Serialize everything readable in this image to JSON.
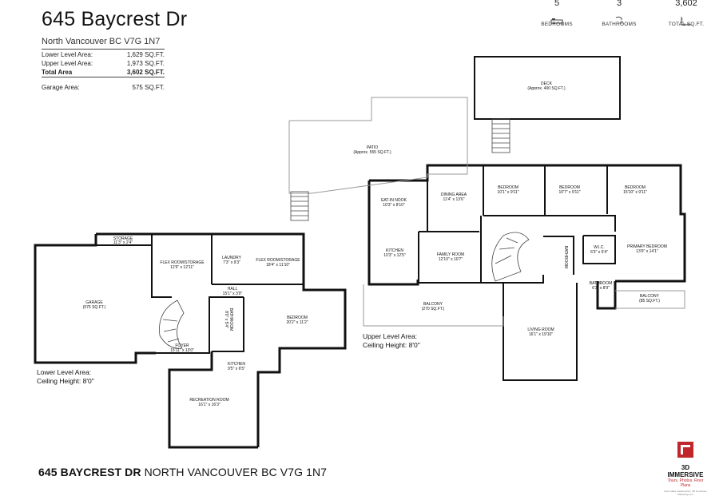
{
  "header": {
    "title": "645 Baycrest Dr",
    "address": "North Vancouver BC V7G 1N7"
  },
  "areas": [
    {
      "label": "Lower Level Area:",
      "value": "1,629 SQ.FT."
    },
    {
      "label": "Upper Level Area:",
      "value": "1,973 SQ.FT."
    },
    {
      "label": "Total Area",
      "value": "3,602 SQ.FT."
    },
    {
      "label": "Garage Area:",
      "value": "575 SQ.FT."
    }
  ],
  "stats": [
    {
      "value": "5",
      "label": "BEDROOMS",
      "icon": "bed-icon"
    },
    {
      "value": "3",
      "label": "BATHROOMS",
      "icon": "shower-icon"
    },
    {
      "value": "3,602",
      "label": "TOTAL SQ.FT.",
      "icon": "area-icon"
    }
  ],
  "rooms": {
    "deck": {
      "name": "DECK",
      "size": "(Approx. 400 SQ.FT.)"
    },
    "patio": {
      "name": "PATIO",
      "size": "(Approx. 555 SQ.FT.)"
    },
    "eat_in_nook": {
      "name": "EAT-IN NOOK",
      "size": "10'3\" x 8'10\""
    },
    "dining_area": {
      "name": "DINING AREA",
      "size": "11'4\" x 13'6\""
    },
    "bedroom_u1": {
      "name": "BEDROOM",
      "size": "10'1\" x 9'11\""
    },
    "bedroom_u2": {
      "name": "BEDROOM",
      "size": "10'7\" x 9'11\""
    },
    "bedroom_u3": {
      "name": "BEDROOM",
      "size": "15'10\" x 9'11\""
    },
    "kitchen_u": {
      "name": "KITCHEN",
      "size": "10'3\" x 12'5\""
    },
    "family_room": {
      "name": "FAMILY ROOM",
      "size": "12'10\" x 10'7\""
    },
    "bathroom_u1": {
      "name": "BATHROOM",
      "size": ""
    },
    "wic": {
      "name": "W.I.C.",
      "size": "6'3\" x 6'4\""
    },
    "primary_bedroom": {
      "name": "PRIMARY BEDROOM",
      "size": "13'9\" x 14'1\""
    },
    "bathroom_u2": {
      "name": "BATHROOM",
      "size": "6'3\" x 8'9\""
    },
    "balcony_small": {
      "name": "BALCONY",
      "size": "(85 SQ.FT.)"
    },
    "balcony_main": {
      "name": "BALCONY",
      "size": "(270 SQ.FT.)"
    },
    "living_room": {
      "name": "LIVING ROOM",
      "size": "16'1\" x 19'10\""
    },
    "storage": {
      "name": "STORAGE",
      "size": "11'3\" x 2'4\""
    },
    "garage": {
      "name": "GARAGE",
      "size": "(575 SQ.FT.)"
    },
    "flex_storage_1": {
      "name": "FLEX ROOM/STORAGE",
      "size": "12'6\" x 12'11\""
    },
    "laundry": {
      "name": "LAUNDRY",
      "size": "7'3\" x 9'3\""
    },
    "flex_storage_2": {
      "name": "FLEX ROOM/STORAGE",
      "size": "18'4\" x 11'10\""
    },
    "hall": {
      "name": "HALL",
      "size": "15'1\" x 3'0\""
    },
    "bathroom_l": {
      "name": "BATHROOM",
      "size": "8'0\" x 5'4\""
    },
    "bedroom_l": {
      "name": "BEDROOM",
      "size": "20'2\" x 11'2\""
    },
    "foyer": {
      "name": "FOYER",
      "size": "15'11\" x 13'0\""
    },
    "kitchen_l": {
      "name": "KITCHEN",
      "size": "9'5\" x 6'5\""
    },
    "recreation_room": {
      "name": "RECREATION ROOM",
      "size": "16'1\" x 16'3\""
    }
  },
  "levels": {
    "lower": {
      "title": "Lower Level Area:",
      "ceiling": "Ceiling Height: 8'0\""
    },
    "upper": {
      "title": "Upper Level Area:",
      "ceiling": "Ceiling Height: 8'0\""
    }
  },
  "footer": {
    "address_bold": "645 BAYCREST DR",
    "address_rest": " NORTH VANCOUVER BC V7G 1N7"
  },
  "logo": {
    "name": "3D IMMERSIVE",
    "tagline": "Tours. Photos. Floor Plans",
    "credit": "Floor plans measured by: 3D Immersive Marketing LLC"
  },
  "colors": {
    "wall": "#111111",
    "thin_wall": "#888888",
    "logo_red": "#c0262c"
  }
}
